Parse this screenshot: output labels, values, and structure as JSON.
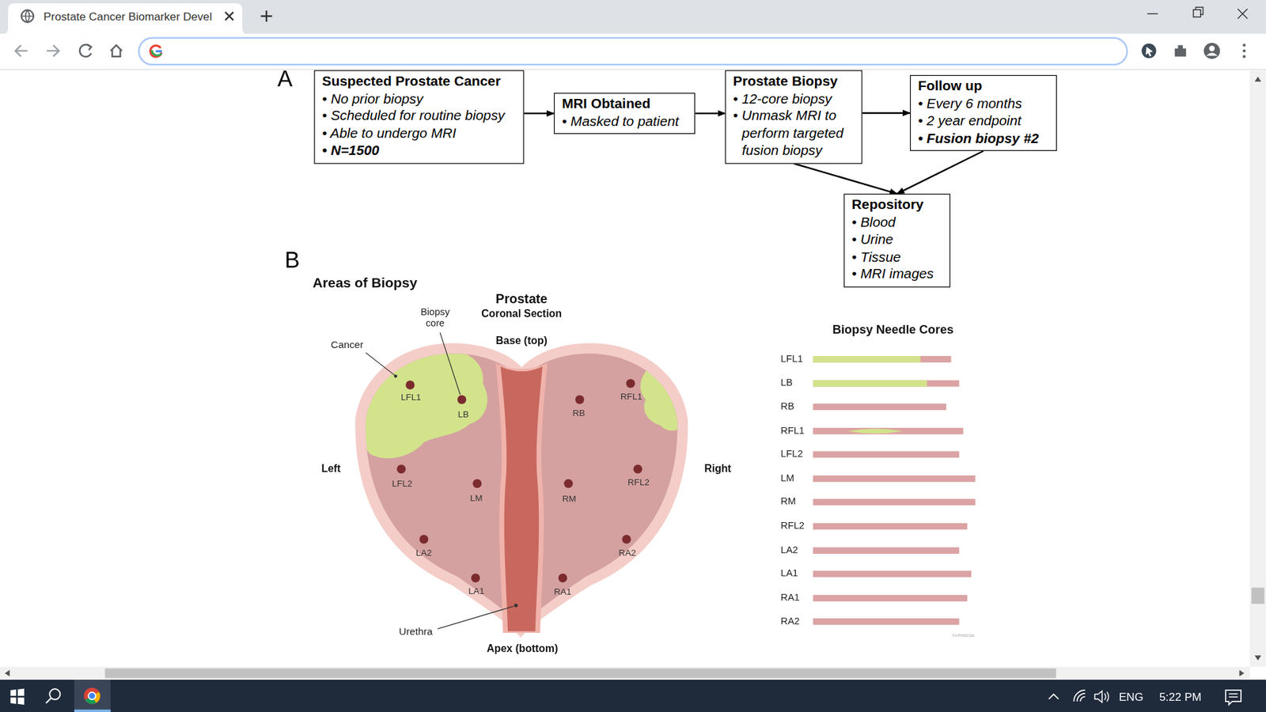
{
  "diagram": {
    "nodes": [
      {
        "text": [
          "Suspected Prostate Cancer",
          "• No prior biopsy",
          "• Scheduled for routine biopsy",
          "• Able to undergo MRI",
          "• N=1500"
        ]
      },
      {
        "text": [
          "MRI Obtained",
          "• Masked to patient"
        ]
      },
      {
        "text": [
          "Prostate Biopsy",
          "• 12-core biopsy",
          "• Unmask MRI to perform targeted fusion biopsy"
        ]
      },
      {
        "text": [
          "Follow up",
          "• Every 6 months",
          "• 2 year endpoint",
          "• Fusion biopsy #2"
        ]
      },
      {
        "text": [
          "Repository",
          "• Blood",
          "• Urine",
          "• Tissue",
          "• MRI images"
        ]
      }
    ],
    "edges": [
      {
        "from": 0,
        "to": 1,
        "arrow": "to"
      },
      {
        "from": 1,
        "to": 2,
        "arrow": "to"
      },
      {
        "from": 2,
        "to": 3,
        "arrow": "to"
      },
      {
        "from": 2,
        "to": 4,
        "arrow": "to"
      },
      {
        "from": 3,
        "to": 4,
        "arrow": "to"
      }
    ],
    "labels": [
      "Prostate Cancer Biomarker Devel",
      "A",
      "B",
      "Areas of Biopsy",
      "Prostate",
      "Coronal Section",
      "Base (top)",
      "Cancer",
      "Biopsy core",
      "LFL1",
      "LB",
      "RB",
      "RFL1",
      "Left",
      "LFL2",
      "LM",
      "RM",
      "RFL2",
      "Right",
      "LA2",
      "RA2",
      "LA1",
      "RA1",
      "Urethra",
      "Apex (bottom)",
      "Biopsy Needle Cores",
      "LFL1",
      "LB",
      "RB",
      "RFL1",
      "LFL2",
      "LM",
      "RM",
      "RFL2",
      "LA2",
      "LA1",
      "RA1",
      "RA2",
      "©UTHSCSA",
      "ENG",
      "5:22 PM"
    ]
  }
}
